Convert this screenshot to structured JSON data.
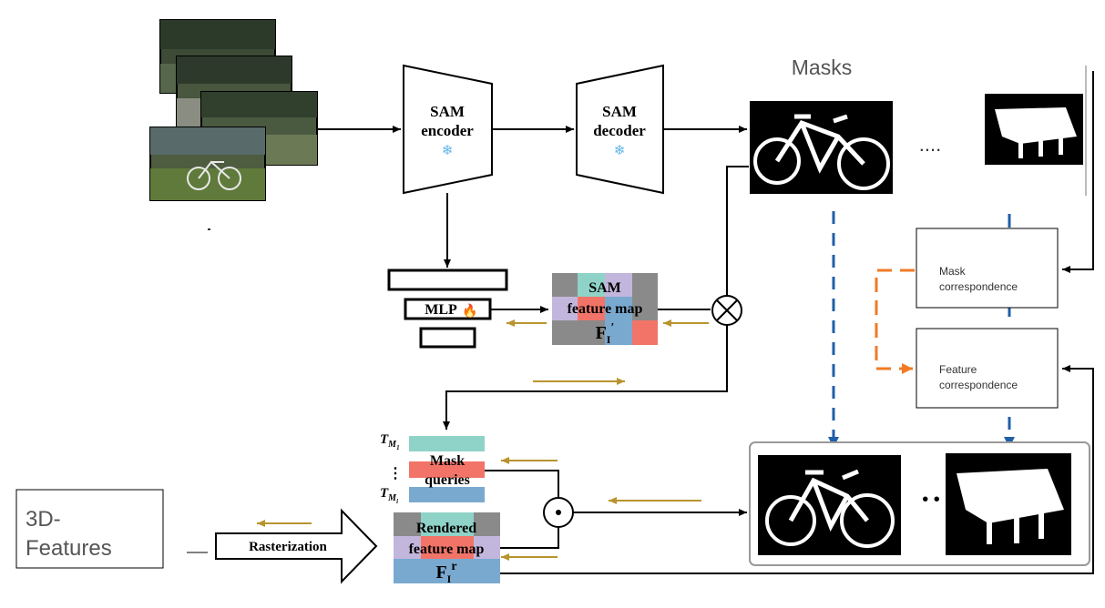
{
  "masks_title": "Masks",
  "encoder": {
    "line1": "SAM",
    "line2": "encoder",
    "icon": "snowflake-icon"
  },
  "decoder": {
    "line1": "SAM",
    "line2": "decoder",
    "icon": "snowflake-icon"
  },
  "mask_ellipsis": "....",
  "mlp_label": "MLP",
  "mlp_icon": "fire-icon",
  "sam_feature": {
    "line1": "SAM",
    "line2": "feature map",
    "symbol": "F",
    "sub": "I",
    "sup": "′"
  },
  "mask_correspondence": {
    "line1": "Mask",
    "line2": "correspondence"
  },
  "feature_correspondence": {
    "line1": "Feature",
    "line2": "correspondence"
  },
  "mask_queries": {
    "line1": "Mask",
    "line2": "queries",
    "top_symbol": "T",
    "top_sub": "M",
    "top_subsub": "1",
    "bottom_symbol": "T",
    "bottom_sub": "M",
    "bottom_subsub": "i",
    "dots": "⋮"
  },
  "rendered_feature": {
    "line1": "Rendered",
    "line2": "feature map",
    "symbol": "F",
    "sub": "I",
    "sup": "r"
  },
  "features_3d": {
    "line1": "3D-",
    "line2": "Features"
  },
  "rasterization": "Rasterization",
  "output_ellipsis": "• •",
  "colors": {
    "teal": "#8fd3c8",
    "red": "#f27468",
    "purple": "#c2b6dc",
    "blue": "#7aa9cf",
    "gray": "#8a8a8a",
    "gold": "#b8942e",
    "orange": "#f07a26",
    "dashblue": "#1f5fa8"
  }
}
